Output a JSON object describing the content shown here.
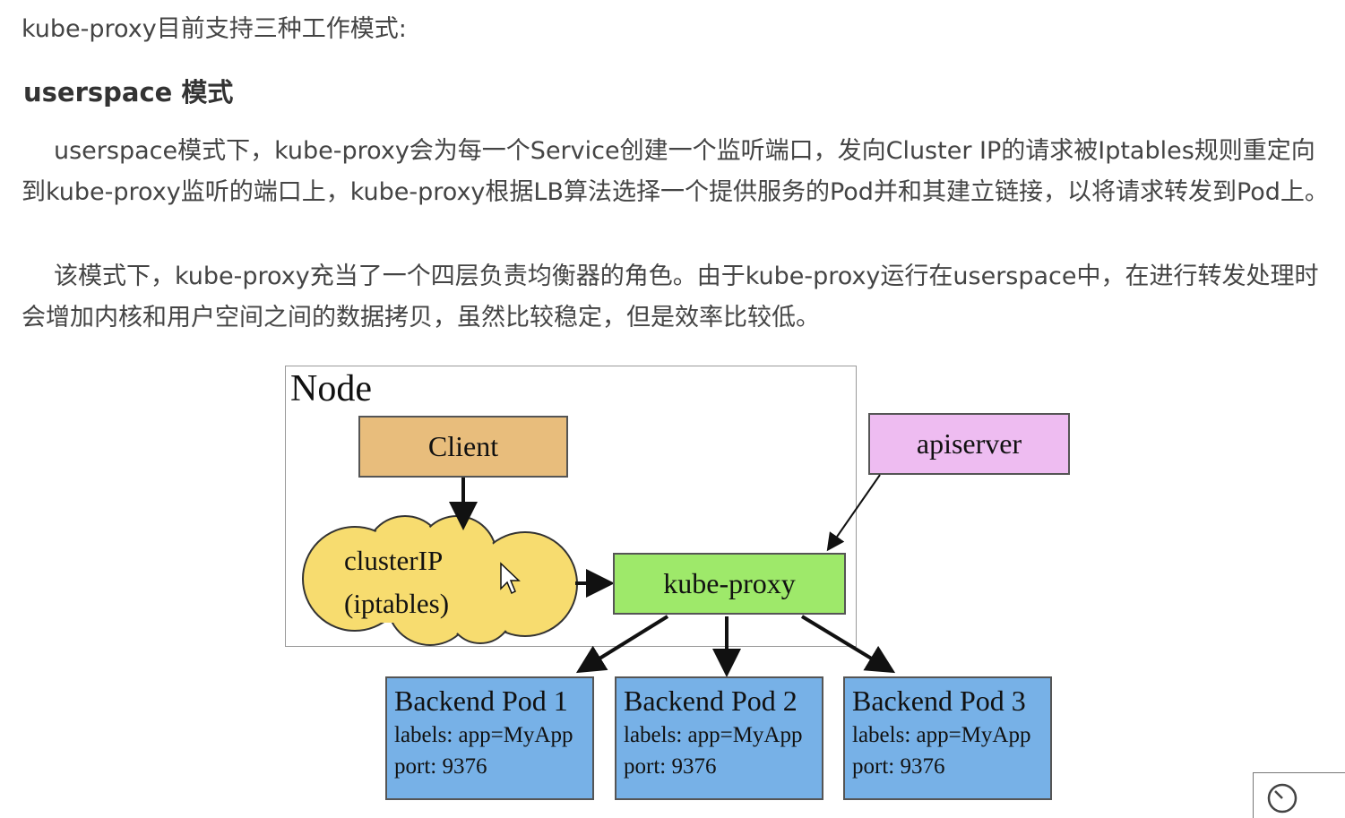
{
  "intro": "kube-proxy目前支持三种工作模式:",
  "heading": "userspace 模式",
  "paragraphs": [
    "userspace模式下，kube-proxy会为每一个Service创建一个监听端口，发向Cluster IP的请求被Iptables规则重定向到kube-proxy监听的端口上，kube-proxy根据LB算法选择一个提供服务的Pod并和其建立链接，以将请求转发到Pod上。",
    "该模式下，kube-proxy充当了一个四层负责均衡器的角色。由于kube-proxy运行在userspace中，在进行转发处理时会增加内核和用户空间之间的数据拷贝，虽然比较稳定，但是效率比较低。"
  ],
  "diagram": {
    "node_label": "Node",
    "client": "Client",
    "cluster_line1": "clusterIP",
    "cluster_line2": "(iptables)",
    "kube_proxy": "kube-proxy",
    "apiserver": "apiserver",
    "pods": [
      {
        "title": "Backend Pod 1",
        "labels": "labels: app=MyApp",
        "port": "port: 9376"
      },
      {
        "title": "Backend Pod 2",
        "labels": "labels: app=MyApp",
        "port": "port: 9376"
      },
      {
        "title": "Backend Pod 3",
        "labels": "labels: app=MyApp",
        "port": "port: 9376"
      }
    ],
    "colors": {
      "client": "#e8bd7c",
      "apiserver": "#eebcf1",
      "kube_proxy": "#9ee96a",
      "cluster_cloud": "#f7dc6f",
      "pod": "#77b1e7"
    }
  },
  "icons": [
    "cursor-arrow-icon",
    "gauge-icon"
  ]
}
